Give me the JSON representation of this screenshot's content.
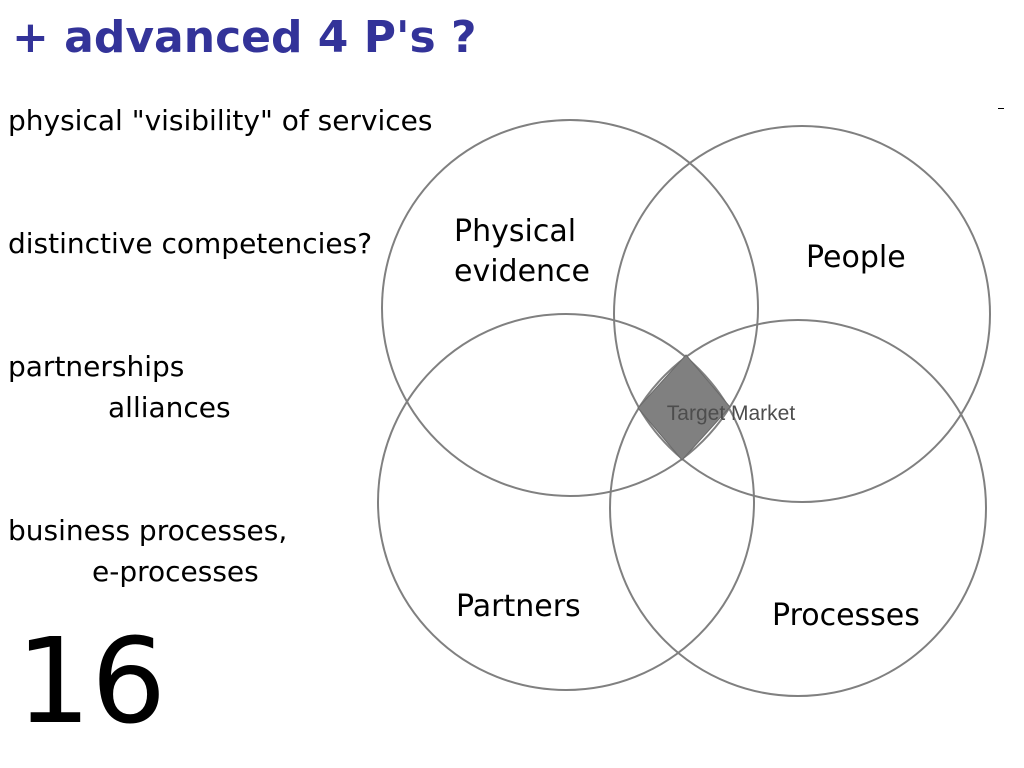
{
  "slide": {
    "title": "+ advanced 4 P's ?",
    "page_number": "16"
  },
  "bullets": [
    {
      "line1": "physical \"visibility\" of services",
      "line2": ""
    },
    {
      "line1": "distinctive competencies?",
      "line2": ""
    },
    {
      "line1": "partnerships",
      "line2": "alliances"
    },
    {
      "line1": "business processes,",
      "line2": "e-processes"
    }
  ],
  "venn": {
    "circles": [
      {
        "name": "physical-evidence",
        "label_line1": "Physical",
        "label_line2": "evidence"
      },
      {
        "name": "people",
        "label_line1": "People"
      },
      {
        "name": "partners",
        "label_line1": "Partners"
      },
      {
        "name": "processes",
        "label_line1": "Processes"
      }
    ],
    "center_label": "Target Market",
    "colors": {
      "stroke": "#808080",
      "center_fill": "#808080",
      "title": "#333399"
    }
  }
}
